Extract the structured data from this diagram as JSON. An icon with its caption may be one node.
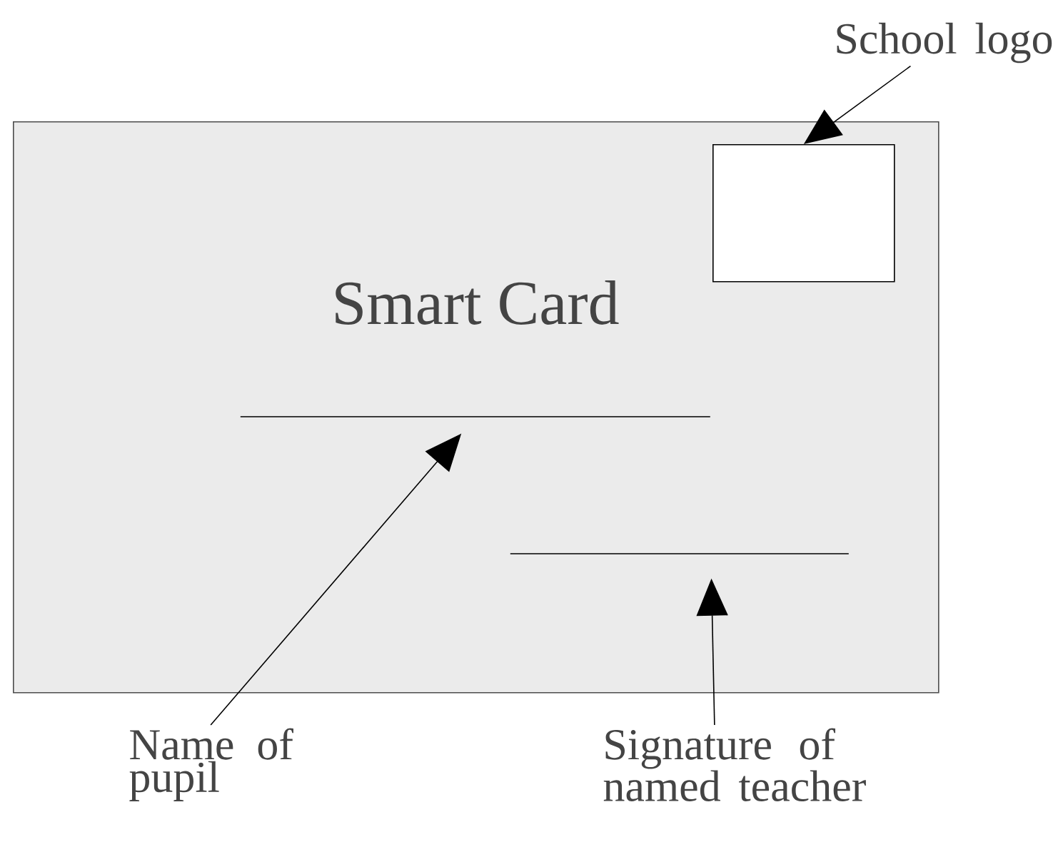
{
  "diagram": {
    "nodes": [
      {
        "text": [
          "Smart Card"
        ]
      },
      {
        "text": [],
        "shape": "box",
        "in": 0
      },
      {
        "text": [],
        "shape": "line",
        "in": 0
      },
      {
        "text": [],
        "shape": "line",
        "in": 0
      },
      {
        "text": [
          "School logo"
        ]
      },
      {
        "text": [
          "Name of pupil"
        ]
      },
      {
        "text": [
          "Signature of named teacher"
        ]
      }
    ],
    "edges": [
      {
        "from": 4,
        "to": 1,
        "arrow": "to"
      },
      {
        "from": 5,
        "to": 2,
        "arrow": "to"
      },
      {
        "from": 6,
        "to": 3,
        "arrow": "to"
      }
    ]
  }
}
